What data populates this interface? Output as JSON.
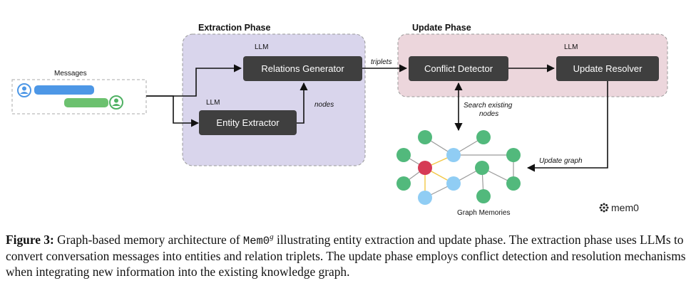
{
  "phases": {
    "extraction": {
      "title": "Extraction Phase"
    },
    "update": {
      "title": "Update Phase"
    }
  },
  "messages": {
    "label": "Messages"
  },
  "boxes": {
    "relations_generator": {
      "label": "Relations Generator",
      "tag": "LLM"
    },
    "entity_extractor": {
      "label": "Entity Extractor",
      "tag": "LLM"
    },
    "conflict_detector": {
      "label": "Conflict Detector"
    },
    "update_resolver": {
      "label": "Update Resolver",
      "tag": "LLM"
    }
  },
  "edges": {
    "triplets": "triplets",
    "nodes": "nodes",
    "search_line1": "Search existing",
    "search_line2": "nodes",
    "update_graph": "Update graph"
  },
  "graph": {
    "label": "Graph Memories"
  },
  "logo": {
    "text": "mem0"
  },
  "caption": {
    "figure": "Figure 3:",
    "part1": "Graph-based memory architecture of",
    "sys": "Mem0",
    "sup": "g",
    "part2": "illustrating entity extraction and update phase. The extraction phase uses LLMs to convert conversation messages into entities and relation triplets. The update phase employs conflict detection and resolution mechanisms when integrating new information into the existing knowledge graph."
  },
  "colors": {
    "extraction_bg": "#d9d5ec",
    "update_bg": "#ecd6dc",
    "box": "#3f3f3f",
    "node_green": "#52b97c",
    "node_blue": "#90cdf4",
    "node_red": "#d63a55",
    "edge_yellow": "#f2c744"
  }
}
